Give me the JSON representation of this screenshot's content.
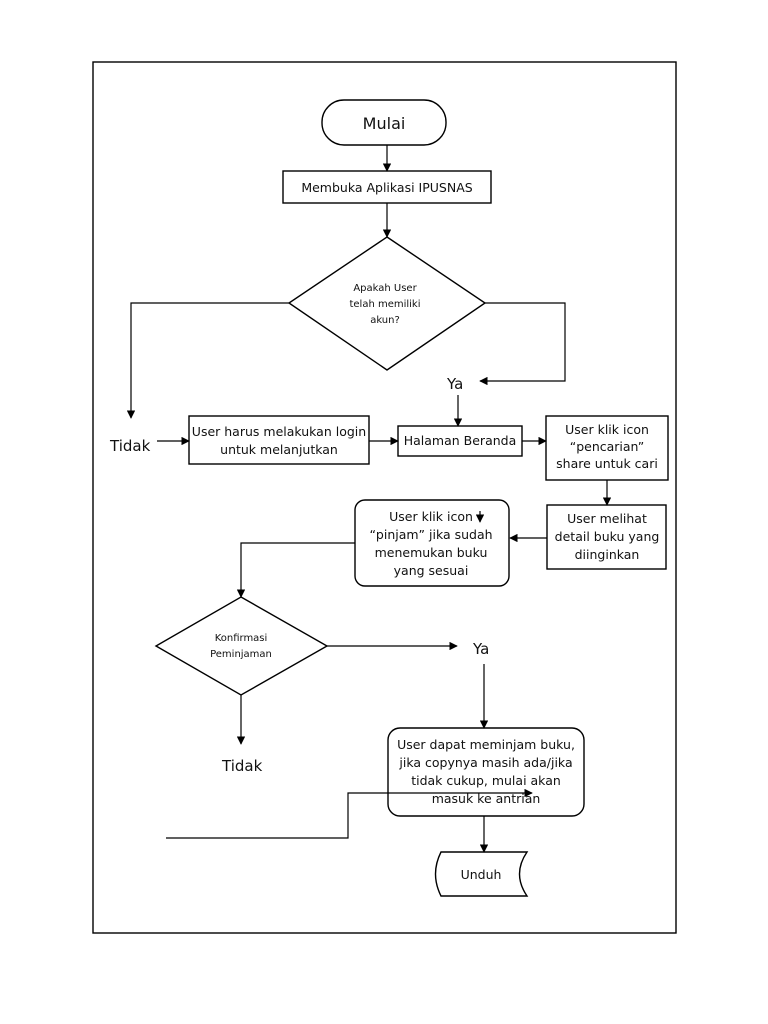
{
  "nodes": {
    "start": {
      "lines": [
        "Mulai"
      ]
    },
    "open_app": {
      "lines": [
        "Membuka Aplikasi IPUSNAS"
      ]
    },
    "has_account": {
      "lines": [
        "Apakah User",
        "telah memiliki",
        "akun?"
      ]
    },
    "must_login": {
      "lines": [
        "User harus melakukan login",
        "untuk melanjutkan"
      ]
    },
    "home": {
      "lines": [
        "Halaman Beranda"
      ]
    },
    "search_icon": {
      "lines": [
        "User klik icon",
        "“pencarian”",
        "share untuk cari"
      ]
    },
    "view_detail": {
      "lines": [
        "User melihat",
        "detail buku yang",
        "diinginkan"
      ]
    },
    "borrow_icon": {
      "lines": [
        "User klik icon",
        "“pinjam” jika sudah",
        "menemukan buku",
        "yang sesuai"
      ]
    },
    "confirm": {
      "lines": [
        "Konfirmasi",
        "Peminjaman"
      ]
    },
    "can_borrow": {
      "lines": [
        "User dapat meminjam buku,",
        "jika copynya masih ada/jika",
        "tidak cukup, mulai akan",
        "masuk ke antrian"
      ]
    },
    "download": {
      "lines": [
        "Unduh"
      ]
    }
  },
  "labels": {
    "yes_1": "Ya",
    "no_1": "Tidak",
    "yes_2": "Ya",
    "no_2": "Tidak"
  }
}
